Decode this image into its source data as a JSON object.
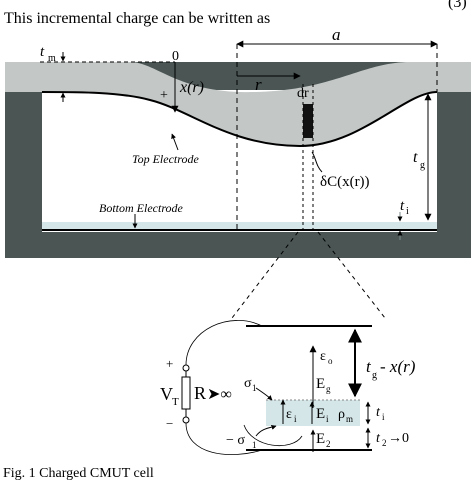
{
  "text": {
    "intro": "This incremental charge can be written as",
    "equation_number": "(3)",
    "caption": "Fig. 1 Charged CMUT cell"
  },
  "labels": {
    "tm": "t",
    "tm_sub": "m",
    "zero": "0",
    "plus_top": "+",
    "xr": "x(r)",
    "a": "a",
    "r": "r",
    "dr": "dr",
    "top_electrode": "Top Electrode",
    "delta_c": "δC(x(r))",
    "tg": "t",
    "tg_sub": "g",
    "bottom_electrode": "Bottom Electrode",
    "ti": "t",
    "ti_sub": "i"
  },
  "detail": {
    "plus": "+",
    "minus": "−",
    "vt": "V",
    "vt_sub": "T",
    "r_inf": "R",
    "inf_arrow": "➤∞",
    "sigma1": "σ",
    "sigma1_sub": "1",
    "neg_sigma1": "− σ",
    "neg_sigma1_sub": "1",
    "eps_o": "ε",
    "eps_o_sub": "o",
    "eg": "E",
    "eg_sub": "g",
    "eps_i": "ε",
    "eps_i_sub": "i",
    "ei": "E",
    "ei_sub": "i",
    "rho": "ρ",
    "rho_sub": "m",
    "ti": "t",
    "ti_sub": "i",
    "e2": "E",
    "e2_sub": "2",
    "tg_minus_x": "t",
    "tg_minus_x_sub": "g",
    "tg_minus_x_rest": "- x(r)",
    "t2": "t",
    "t2_sub": "2",
    "t2_rest": "→0"
  },
  "colors": {
    "substrate": "#4a5554",
    "membrane": "#c3c7c6",
    "insulator": "#d4e6e8",
    "dr_element": "#111111"
  }
}
